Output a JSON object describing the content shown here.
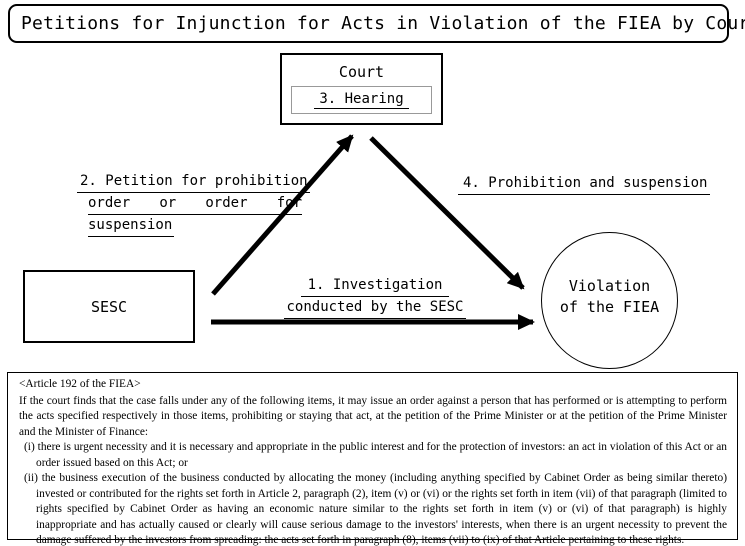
{
  "title": "Petitions for Injunction for Acts in Violation of the FIEA by Court",
  "diagram": {
    "court_box": {
      "label": "Court",
      "step": "3. Hearing"
    },
    "sesc_box": {
      "label": "SESC"
    },
    "violation_circle": {
      "line1": "Violation",
      "line2": "of the FIEA"
    },
    "labels": {
      "petition": {
        "line1": "2. Petition for prohibition",
        "line2": "order or order for",
        "line3": "suspension"
      },
      "prohibition": "4. Prohibition and suspension",
      "investigation": {
        "line1": "1. Investigation",
        "line2": "conducted by the SESC"
      }
    },
    "arrows": [
      {
        "name": "investigation-arrow",
        "from": "SESC",
        "to": "Violation of the FIEA"
      },
      {
        "name": "petition-arrow",
        "from": "SESC",
        "to": "Court"
      },
      {
        "name": "prohibition-arrow",
        "from": "Court",
        "to": "Violation of the FIEA"
      }
    ]
  },
  "article": {
    "heading": "<Article 192 of the FIEA>",
    "intro": "If the court finds that the case falls under any of the following items, it may issue an order against a person that has performed or is attempting to perform the acts specified respectively in those items, prohibiting or staying that act, at the petition of the Prime Minister or at the petition of the Prime Minister and the Minister of Finance:",
    "items": [
      "(i) there is urgent necessity and it is necessary and appropriate in the public interest and for the protection of investors: an act in violation of this Act or an order issued based on this Act; or",
      "(ii) the business execution of the business conducted by allocating the money (including anything specified by Cabinet Order as being similar thereto) invested or contributed for the rights set forth in Article 2, paragraph (2), item (v) or (vi) or the rights set forth in item (vii) of that paragraph (limited to rights specified by Cabinet Order as having an economic nature similar to the rights set forth in item (v) or (vi) of that paragraph) is highly inappropriate and has actually caused or clearly will cause serious damage to the investors' interests, when there is an urgent necessity to prevent the damage suffered by the investors from spreading: the acts set forth in paragraph (8), items (vii) to (ix) of that Article pertaining to these rights."
    ]
  },
  "colors": {
    "ink": "#000000",
    "background": "#ffffff",
    "inner_box_border": "#999999"
  }
}
